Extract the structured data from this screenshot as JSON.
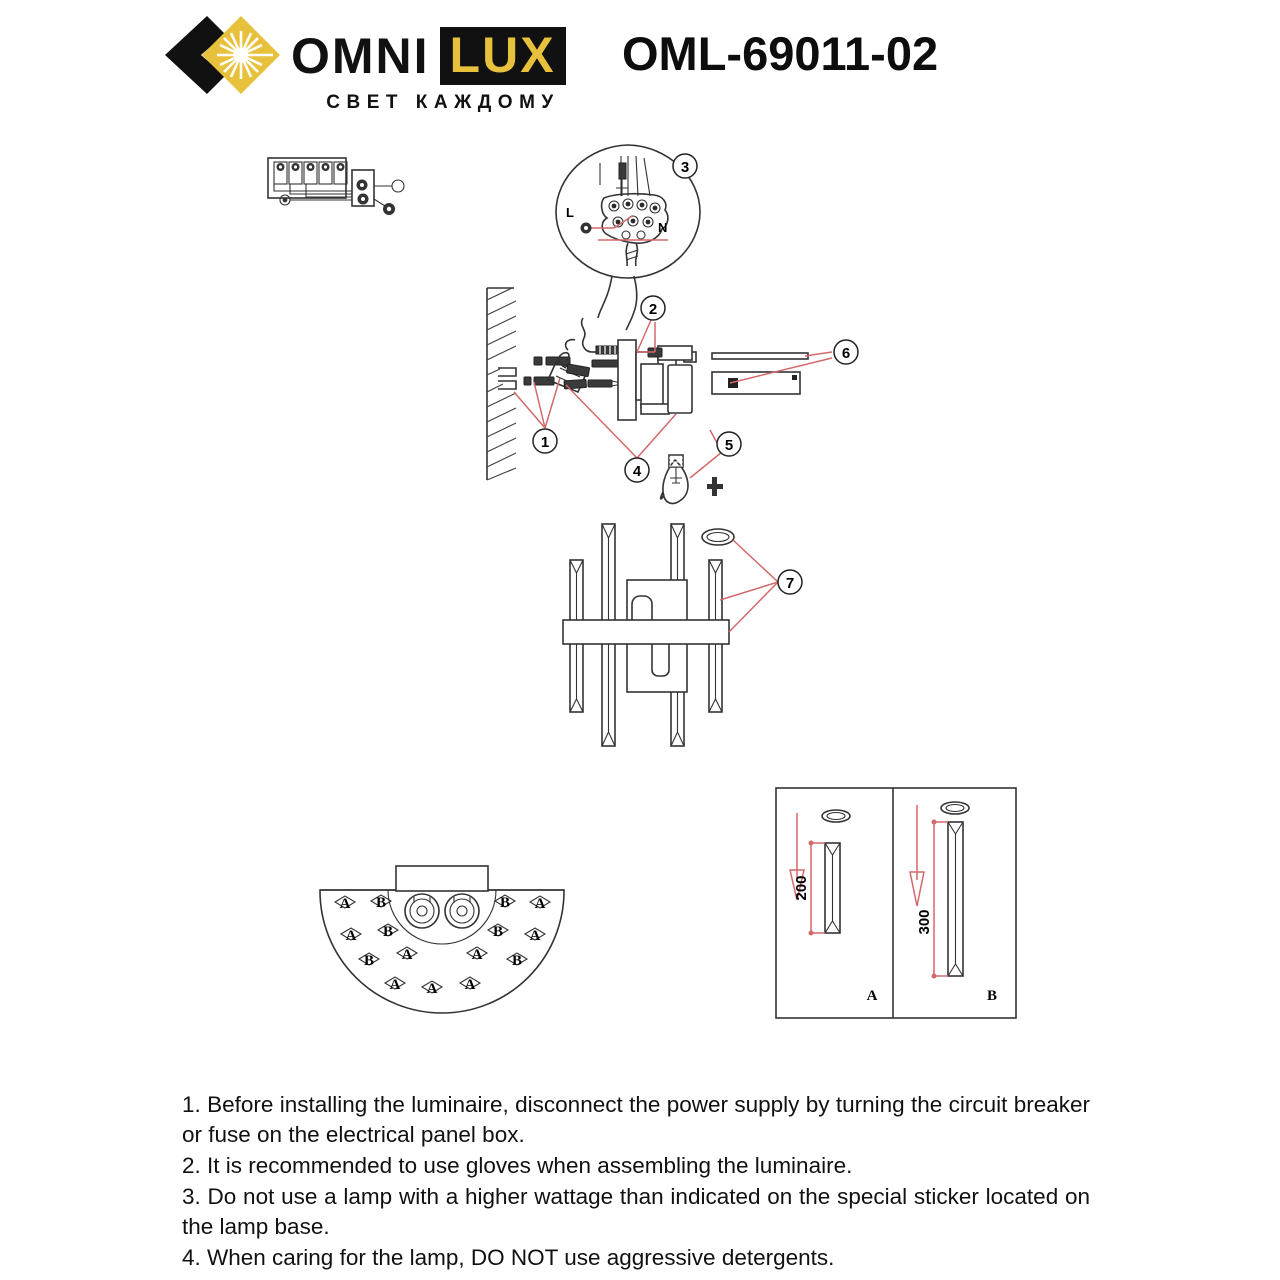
{
  "header": {
    "brand_primary": "OMNI",
    "brand_secondary": "LUX",
    "tagline": "СВЕТ КАЖДОМУ",
    "model_number": "OML-69011-02",
    "brand_gold": "#e8c13c",
    "brand_black": "#111111"
  },
  "diagram": {
    "leader_color": "#d4696b",
    "line_color": "#333333",
    "wiring_detail": {
      "terminal_live": "L",
      "terminal_neutral": "N",
      "callout": "3"
    },
    "callouts": [
      {
        "id": "1",
        "label": "1"
      },
      {
        "id": "2",
        "label": "2"
      },
      {
        "id": "3",
        "label": "3"
      },
      {
        "id": "4",
        "label": "4"
      },
      {
        "id": "5",
        "label": "5"
      },
      {
        "id": "6",
        "label": "6"
      },
      {
        "id": "7",
        "label": "7"
      }
    ],
    "rod_layout_marks": {
      "type_a": "A",
      "type_b": "B"
    },
    "bottom_view_marks": [
      "A",
      "B",
      "B",
      "A",
      "A",
      "B",
      "B",
      "A",
      "B",
      "B",
      "A",
      "A",
      "A",
      "A",
      "A"
    ],
    "length_panels": [
      {
        "label": "A",
        "dimension": "200"
      },
      {
        "label": "B",
        "dimension": "300"
      }
    ]
  },
  "instructions": [
    "1. Before installing the luminaire, disconnect the power supply by turning the circuit breaker or fuse on the electrical panel box.",
    "2. It is recommended to use gloves when assembling the luminaire.",
    "3. Do not use a lamp with a higher wattage than indicated on the special sticker located on the lamp base.",
    "4. When caring for the lamp, DO NOT use aggressive detergents."
  ]
}
